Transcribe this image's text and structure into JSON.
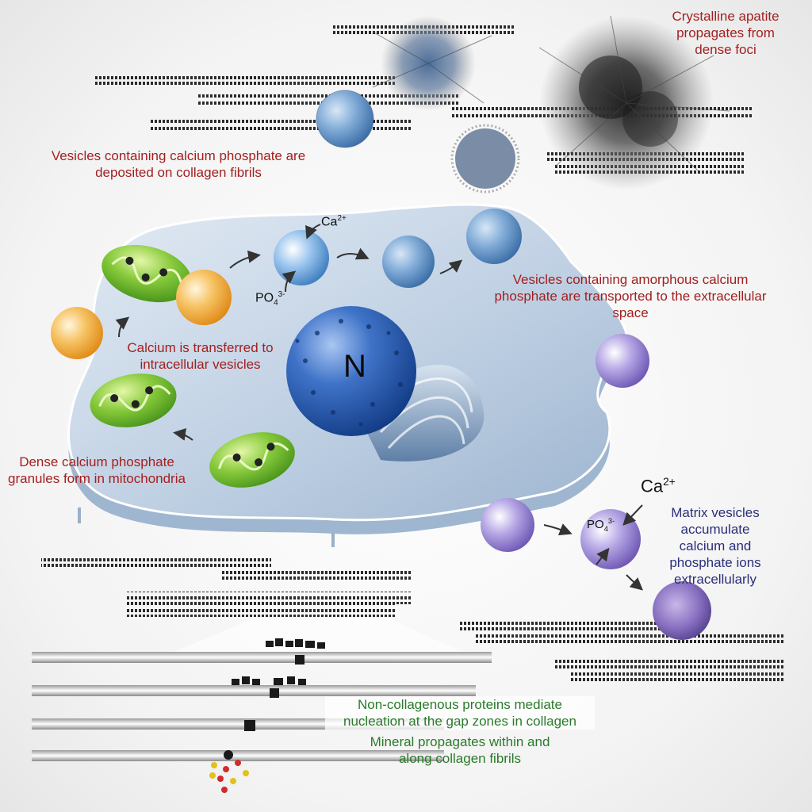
{
  "labels": {
    "crystalline": "Crystalline apatite propagates from dense foci",
    "deposited": "Vesicles containing calcium phosphate are deposited on collagen fibrils",
    "amorphous": "Vesicles containing amorphous calcium phosphate are transported to the extracellular space",
    "calcium_transfer": "Calcium is transferred to intracellular vesicles",
    "granules": "Dense calcium phosphate granules form in mitochondria",
    "matrix_vesicles": "Matrix vesicles accumulate calcium and phosphate ions extracellularly",
    "noncollagenous": "Non-collagenous proteins mediate nucleation at the gap zones in collagen",
    "mineral": "Mineral propagates within and along collagen fibrils",
    "nucleus": "N"
  },
  "ions": {
    "calcium_base": "Ca",
    "calcium_charge": "2+",
    "phosphate_base": "PO",
    "phosphate_sub": "4",
    "phosphate_charge": "3-"
  },
  "colors": {
    "label_red": "#a31f1f",
    "label_navy": "#2a2f7a",
    "label_green": "#2a7a2a",
    "cell": "#c5d4e4",
    "nucleus": "#2b5aa6",
    "mitochondria": "#6cb52a",
    "vesicle_orange": "#f2a93b",
    "vesicle_blue": "#8ab6e0",
    "vesicle_purple": "#9a86cf"
  }
}
